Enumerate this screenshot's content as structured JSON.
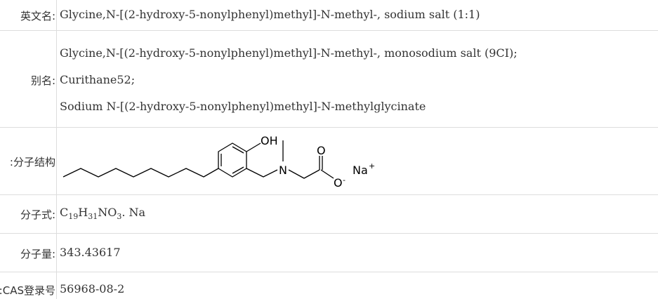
{
  "rows": {
    "english_name": {
      "label": "英文名:",
      "value": "Glycine,N-[(2-hydroxy-5-nonylphenyl)methyl]-N-methyl-, sodium salt (1:1)"
    },
    "aliases": {
      "label": "别名:",
      "values": [
        "Glycine,N-[(2-hydroxy-5-nonylphenyl)methyl]-N-methyl-, monosodium salt (9CI);",
        "Curithane52;",
        "Sodium N-[(2-hydroxy-5-nonylphenyl)methyl]-N-methylglycinate"
      ]
    },
    "structure": {
      "label": "分子结构:",
      "atoms": {
        "oh": "OH",
        "n": "N",
        "o": "O",
        "o_minus": "O",
        "minus": "-",
        "na": "Na",
        "plus": "+"
      }
    },
    "formula": {
      "label": "分子式:",
      "parts": {
        "c": "C",
        "c_sub": "19",
        "h": "H",
        "h_sub": "31",
        "no": "NO",
        "o_sub": "3",
        "na": ". Na"
      }
    },
    "weight": {
      "label": "分子量:",
      "value": "343.43617"
    },
    "cas": {
      "label": "CAS登录号:",
      "value": "56968-08-2"
    }
  }
}
